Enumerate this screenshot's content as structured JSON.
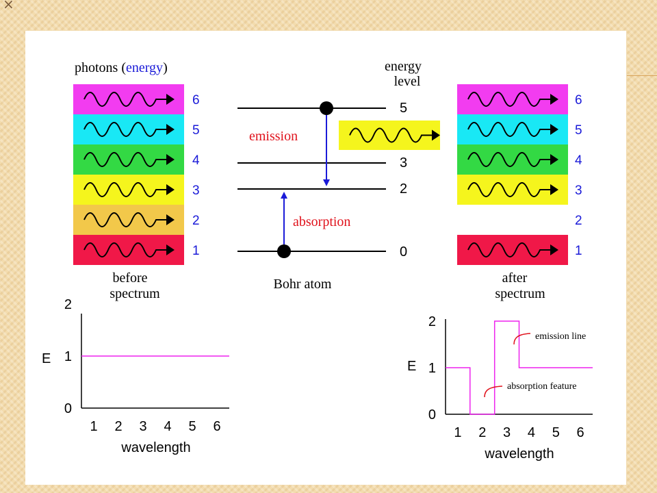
{
  "slide_marker": "×",
  "colors": {
    "magenta": "#f23cf0",
    "cyan": "#19e8f5",
    "green": "#33d944",
    "yellow": "#f5f51d",
    "orange": "#f2c84a",
    "red": "#f01848",
    "blue": "#1a1ad8",
    "label_red": "#e0121c",
    "curve": "#ee22ee"
  },
  "before_panel": {
    "title_prefix": "photons (",
    "title_energy": "energy",
    "title_suffix": ")",
    "photons": [
      {
        "energy": "6",
        "color": "magenta"
      },
      {
        "energy": "5",
        "color": "cyan"
      },
      {
        "energy": "4",
        "color": "green"
      },
      {
        "energy": "3",
        "color": "yellow"
      },
      {
        "energy": "2",
        "color": "orange"
      },
      {
        "energy": "1",
        "color": "red"
      }
    ],
    "caption_line1": "before",
    "caption_line2": "spectrum"
  },
  "bohr": {
    "header_line1": "energy",
    "header_line2": "level",
    "levels": [
      "5",
      "3",
      "2",
      "0"
    ],
    "emission_label": "emission",
    "absorption_label": "absorption",
    "caption": "Bohr atom"
  },
  "after_panel": {
    "photons": [
      {
        "energy": "6",
        "color": "magenta",
        "present": true
      },
      {
        "energy": "5",
        "color": "cyan",
        "present": true
      },
      {
        "energy": "4",
        "color": "green",
        "present": true
      },
      {
        "energy": "3",
        "color": "yellow",
        "present": true
      },
      {
        "energy": "2",
        "color": "orange",
        "present": false
      },
      {
        "energy": "1",
        "color": "red",
        "present": true
      }
    ],
    "caption_line1": "after",
    "caption_line2": "spectrum"
  },
  "chart_data": [
    {
      "type": "line",
      "title": "",
      "xlabel": "wavelength",
      "ylabel": "E",
      "x_ticks": [
        "1",
        "2",
        "3",
        "4",
        "5",
        "6"
      ],
      "y_ticks": [
        "0",
        "1",
        "2"
      ],
      "xlim": [
        0.5,
        6.5
      ],
      "ylim": [
        0,
        2
      ],
      "series": [
        {
          "x": [
            0.5,
            6.5
          ],
          "y": [
            1,
            1
          ]
        }
      ]
    },
    {
      "type": "line",
      "title": "",
      "xlabel": "wavelength",
      "ylabel": "E",
      "x_ticks": [
        "1",
        "2",
        "3",
        "4",
        "5",
        "6"
      ],
      "y_ticks": [
        "0",
        "1",
        "2"
      ],
      "xlim": [
        0.5,
        6.5
      ],
      "ylim": [
        0,
        2
      ],
      "series": [
        {
          "x": [
            0.5,
            1.5,
            1.5,
            2.5,
            2.5,
            3.5,
            3.5,
            6.5
          ],
          "y": [
            1,
            1,
            0,
            0,
            2,
            2,
            1,
            1
          ]
        }
      ],
      "annotations": [
        "emission line",
        "absorption feature"
      ]
    }
  ]
}
